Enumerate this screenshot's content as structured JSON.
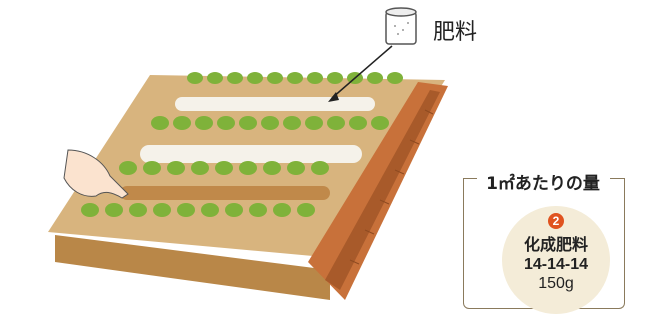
{
  "fertilizer_label": "肥料",
  "amount_title": "1㎡あたりの量",
  "step_number": "2",
  "fertilizer_name": "化成肥料",
  "fertilizer_ratio": "14-14-14",
  "fertilizer_amount": "150g",
  "colors": {
    "soil": "#d8b47e",
    "soil_dark": "#b98748",
    "ridge": "#c8713a",
    "leaf": "#7fb23a",
    "leaf_dark": "#5c8f2a",
    "fertilizer_band": "#f5f2ea",
    "badge": "#e0531f"
  }
}
